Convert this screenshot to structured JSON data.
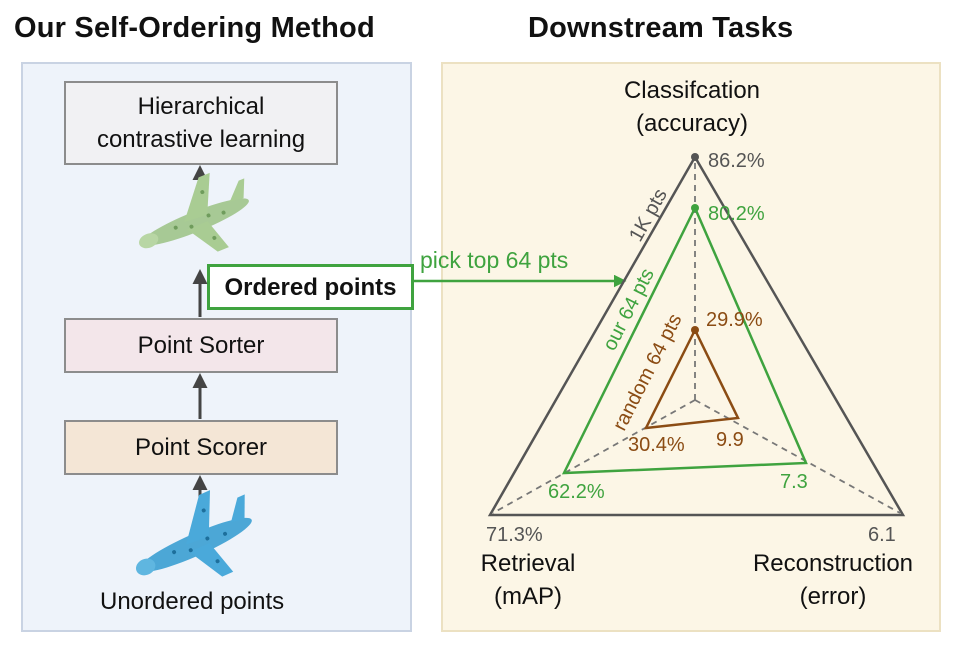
{
  "titles": {
    "left": "Our Self-Ordering Method",
    "right": "Downstream Tasks"
  },
  "pipeline": {
    "hcl_line1": "Hierarchical",
    "hcl_line2": "contrastive learning",
    "ordered": "Ordered points",
    "sorter": "Point Sorter",
    "scorer": "Point Scorer",
    "unordered": "Unordered points",
    "pick_label": "pick top 64 pts"
  },
  "radar": {
    "axes": {
      "classification_line1": "Classifcation",
      "classification_line2": "(accuracy)",
      "retrieval_line1": "Retrieval",
      "retrieval_line2": "(mAP)",
      "reconstruction_line1": "Reconstruction",
      "reconstruction_line2": "(error)"
    },
    "series_labels": {
      "full": "1K pts",
      "ours": "our 64 pts",
      "random": "random 64 pts"
    },
    "values": {
      "full_cls": "86.2%",
      "full_ret": "71.3%",
      "full_rec": "6.1",
      "ours_cls": "80.2%",
      "ours_ret": "62.2%",
      "ours_rec": "7.3",
      "random_cls": "29.9%",
      "random_ret": "30.4%",
      "random_rec": "9.9"
    }
  },
  "colors": {
    "full": "#555555",
    "ours": "#3fa33f",
    "random": "#8b4c14",
    "airplane_top": "#9fc48a",
    "airplane_bottom": "#3a9fd2"
  }
}
